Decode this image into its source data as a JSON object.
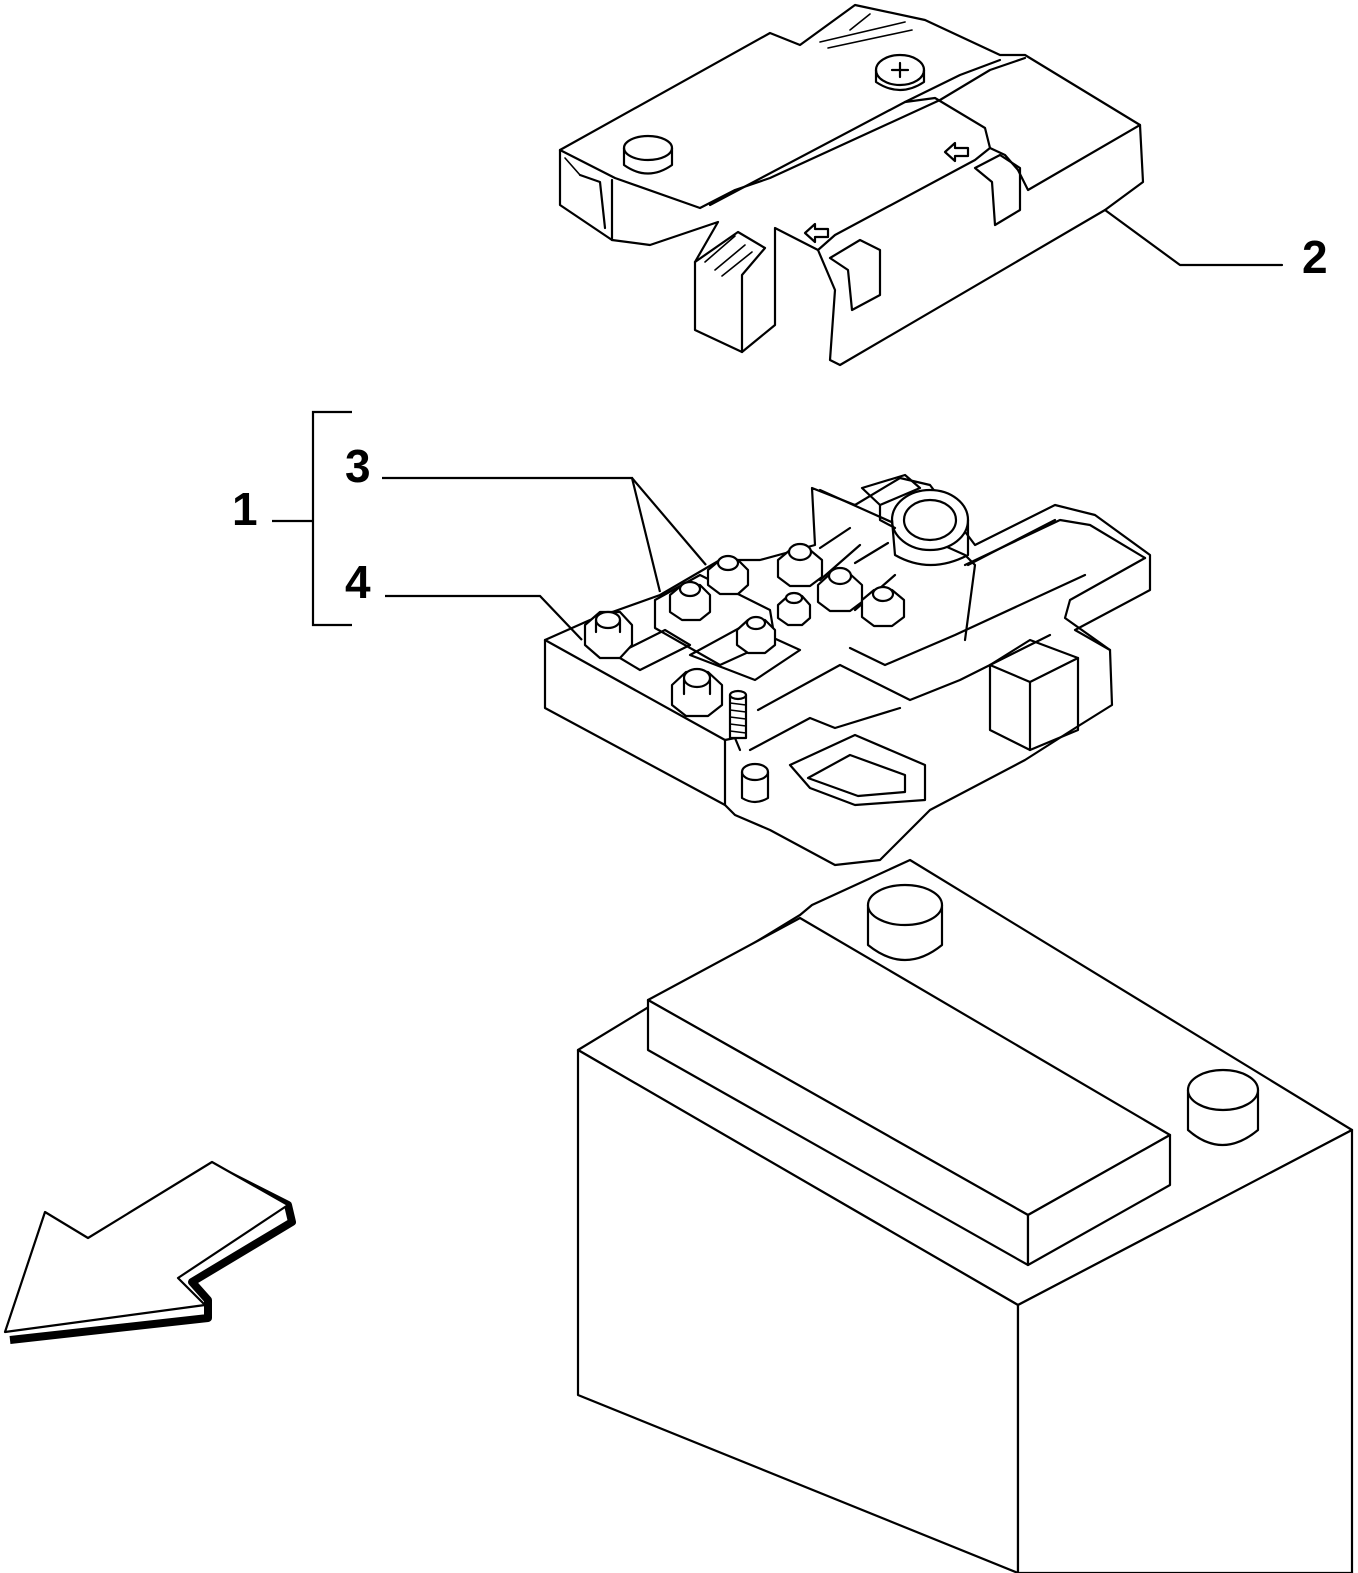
{
  "callouts": {
    "c1": "1",
    "c2": "2",
    "c3": "3",
    "c4": "4"
  },
  "colors": {
    "line": "#000000",
    "background": "#ffffff"
  }
}
